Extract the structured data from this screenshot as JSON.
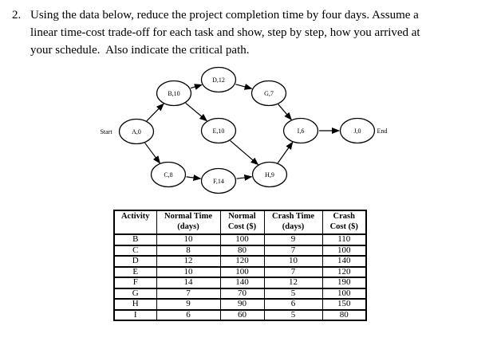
{
  "question": {
    "number": "2.",
    "line1": "Using the data below, reduce the project completion time by four days. Assume a",
    "line2": "linear time-cost trade-off for each task and show, step by step, how you arrived at",
    "line3": "your schedule.  Also indicate the critical path."
  },
  "diagram": {
    "start_label": "Start",
    "end_label": "End",
    "nodes": {
      "A": "A,0",
      "B": "B,10",
      "C": "C,8",
      "D": "D,12",
      "E": "E,10",
      "F": "F,14",
      "G": "G,7",
      "H": "H,9",
      "I": "I,6",
      "J": "J,0"
    },
    "edges": [
      {
        "from": "A",
        "to": "B"
      },
      {
        "from": "A",
        "to": "C"
      },
      {
        "from": "B",
        "to": "D"
      },
      {
        "from": "B",
        "to": "E"
      },
      {
        "from": "C",
        "to": "F"
      },
      {
        "from": "D",
        "to": "G"
      },
      {
        "from": "E",
        "to": "H"
      },
      {
        "from": "F",
        "to": "H"
      },
      {
        "from": "G",
        "to": "I"
      },
      {
        "from": "H",
        "to": "I"
      },
      {
        "from": "I",
        "to": "J"
      }
    ]
  },
  "table": {
    "headers": [
      {
        "line1": "Activity",
        "line2": ""
      },
      {
        "line1": "Normal Time",
        "line2": "(days)"
      },
      {
        "line1": "Normal",
        "line2": "Cost ($)"
      },
      {
        "line1": "Crash Time",
        "line2": "(days)"
      },
      {
        "line1": "Crash",
        "line2": "Cost ($)"
      }
    ],
    "rows": [
      [
        "B",
        "10",
        "100",
        "9",
        "110"
      ],
      [
        "C",
        "8",
        "80",
        "7",
        "100"
      ],
      [
        "D",
        "12",
        "120",
        "10",
        "140"
      ],
      [
        "E",
        "10",
        "100",
        "7",
        "120"
      ],
      [
        "F",
        "14",
        "140",
        "12",
        "190"
      ],
      [
        "G",
        "7",
        "70",
        "5",
        "100"
      ],
      [
        "H",
        "9",
        "90",
        "6",
        "150"
      ],
      [
        "I",
        "6",
        "60",
        "5",
        "80"
      ]
    ]
  }
}
